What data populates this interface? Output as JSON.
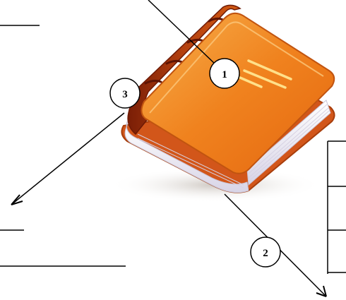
{
  "diagram": {
    "callouts": [
      {
        "id": "callout-1",
        "label": "1"
      },
      {
        "id": "callout-2",
        "label": "2"
      },
      {
        "id": "callout-3",
        "label": "3"
      }
    ],
    "colors": {
      "cover_light": "#F9A23A",
      "cover_mid": "#F0821E",
      "cover_dark": "#C04E0C",
      "spine_red": "#A1300F",
      "pages": "#F4F1F8",
      "line": "#000000"
    },
    "icon": "book-icon"
  }
}
